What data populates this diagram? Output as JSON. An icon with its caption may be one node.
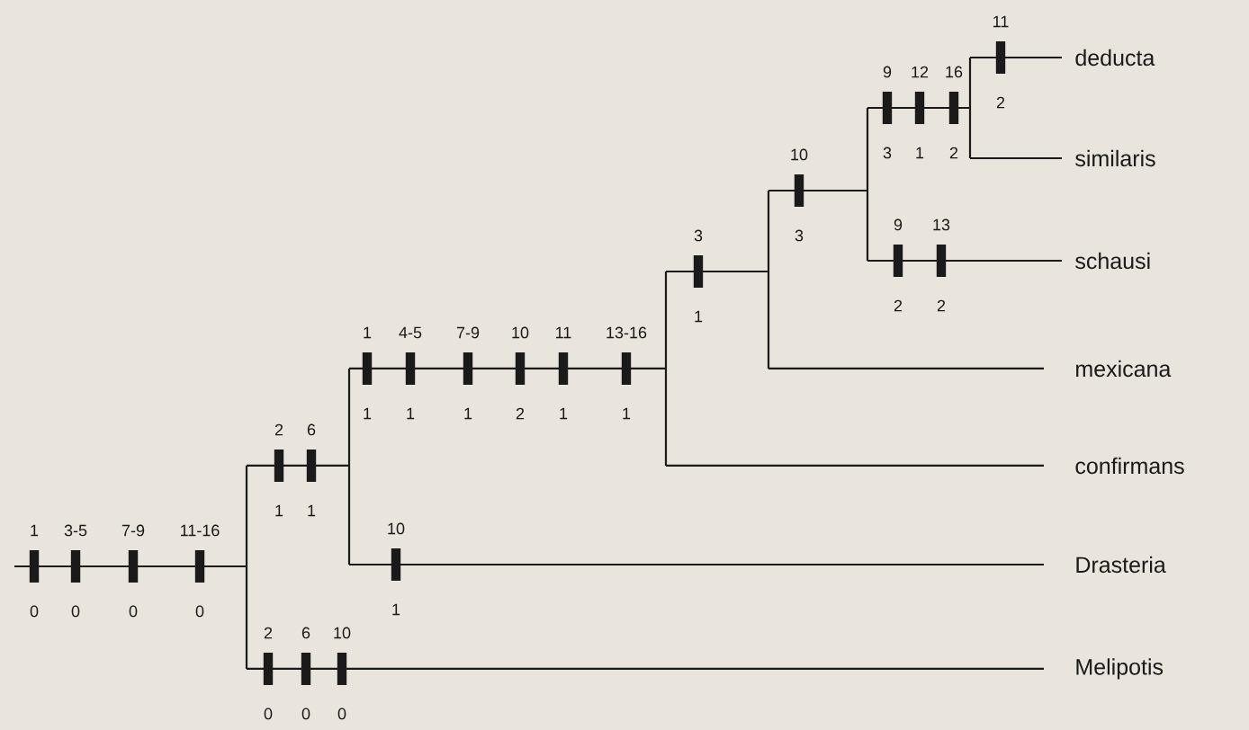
{
  "diagram": {
    "nodes": [
      {
        "text": [
          "deducta"
        ]
      },
      {
        "text": [
          "similaris"
        ]
      },
      {
        "text": [
          "schausi"
        ]
      },
      {
        "text": [
          "mexicana"
        ]
      },
      {
        "text": [
          "confirmans"
        ]
      },
      {
        "text": [
          "Drasteria"
        ]
      },
      {
        "text": [
          "Melipotis"
        ]
      }
    ],
    "labels": [
      "1",
      "0",
      "3-5",
      "0",
      "7-9",
      "0",
      "11-16",
      "0",
      "2",
      "1",
      "6",
      "1",
      "10",
      "1",
      "2",
      "0",
      "6",
      "0",
      "10",
      "0",
      "1",
      "1",
      "4-5",
      "1",
      "7-9",
      "1",
      "10",
      "2",
      "11",
      "1",
      "13-16",
      "1",
      "3",
      "1",
      "10",
      "3",
      "9",
      "2",
      "13",
      "2",
      "9",
      "3",
      "12",
      "1",
      "16",
      "2",
      "11",
      "2"
    ]
  }
}
